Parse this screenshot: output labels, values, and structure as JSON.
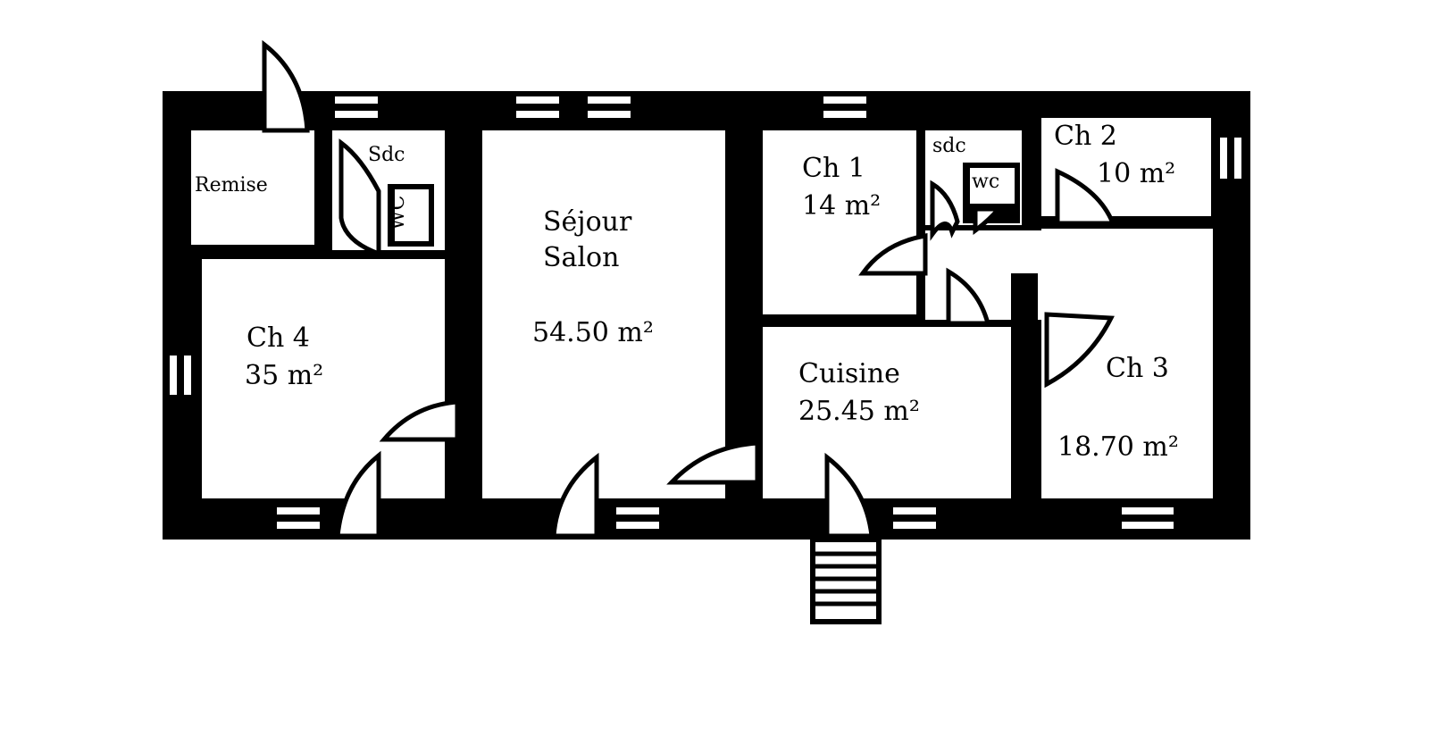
{
  "rooms": {
    "remise": "Remise",
    "sdc_left": "Sdc",
    "wc_left": "WC",
    "ch4_name": "Ch 4",
    "ch4_area": "35 m²",
    "sejour_name": "Séjour",
    "salon_name": "Salon",
    "sejour_area": "54.50 m²",
    "ch1_name": "Ch 1",
    "ch1_area": "14 m²",
    "sdc_right": "sdc",
    "wc_right": "wc",
    "ch2_name": "Ch 2",
    "ch2_area": "10 m²",
    "cuisine_name": "Cuisine",
    "cuisine_area": "25.45 m²",
    "ch3_name": "Ch 3",
    "ch3_area": "18.70 m²"
  }
}
